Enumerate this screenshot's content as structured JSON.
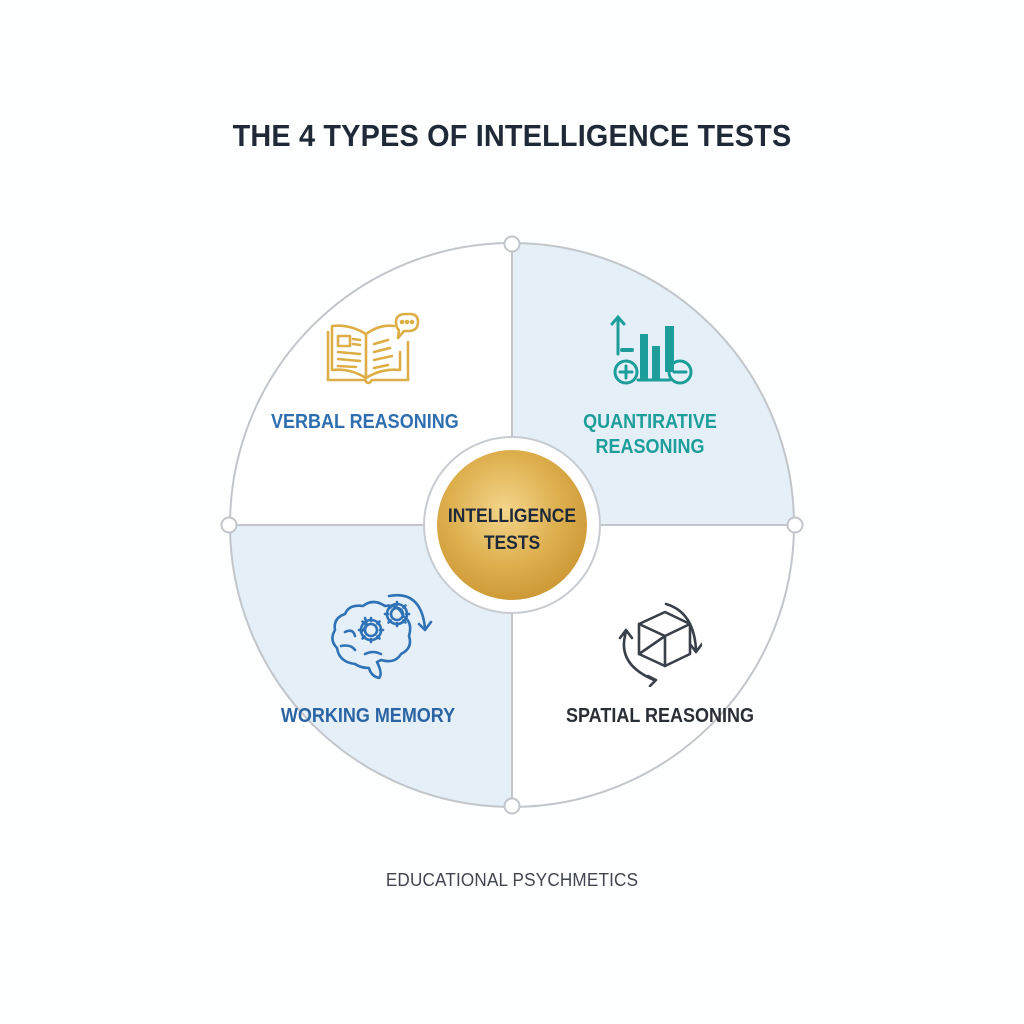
{
  "title": "THE 4 TYPES OF INTELLIGENCE TESTS",
  "center": {
    "line1": "INTELLIGENCE",
    "line2": "TESTS",
    "color": "#d9a93f"
  },
  "quadrants": [
    {
      "position": "top-left",
      "label": "VERBAL REASONING",
      "icon": "open-book-speech-bubble-icon",
      "text_color": "#2f6fb0",
      "icon_color": "#dcae45",
      "fill": "#ffffff"
    },
    {
      "position": "top-right",
      "label_line1": "QUANTIRATIVE",
      "label_line2": "REASONING",
      "icon": "bar-chart-plus-minus-icon",
      "text_color": "#1e9e9b",
      "icon_color": "#1e9e9b",
      "fill": "#e4eff8"
    },
    {
      "position": "bottom-left",
      "label": "WORKING MEMORY",
      "icon": "brain-gears-icon",
      "text_color": "#2b64a3",
      "icon_color": "#2f72b5",
      "fill": "#e4eff8"
    },
    {
      "position": "bottom-right",
      "label": "SPATIAL REASONING",
      "icon": "rotating-cube-icon",
      "text_color": "#2a2f36",
      "icon_color": "#3a404a",
      "fill": "#ffffff"
    }
  ],
  "footer": "EDUCATIONAL PSYCHMETICS",
  "colors": {
    "outline": "#c2c6cb",
    "title": "#1f2937"
  }
}
